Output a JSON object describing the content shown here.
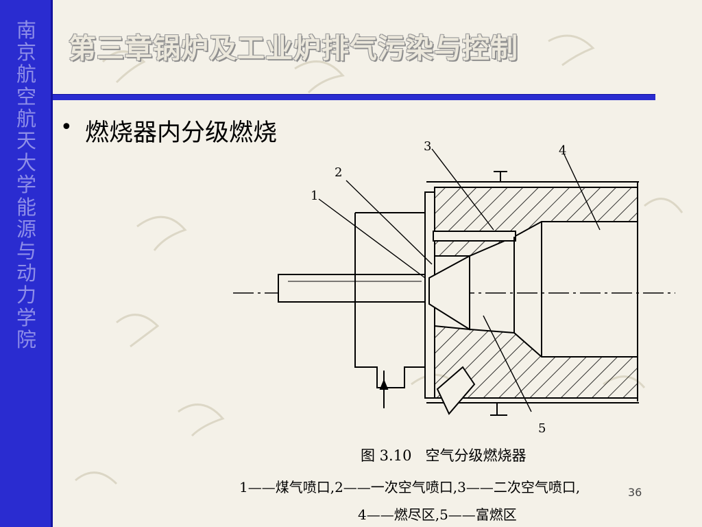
{
  "sidebar": {
    "text": "南京航空航天大学能源与动力学院"
  },
  "title": "第三章锅炉及工业炉排气污染与控制",
  "bullet": {
    "text": "燃烧器内分级燃烧"
  },
  "diagram": {
    "labels": [
      "1",
      "2",
      "3",
      "4",
      "5"
    ],
    "caption": "图 3.10   空气分级燃烧器",
    "legend_line1": "1——煤气喷口,2——一次空气喷口,3——二次空气喷口,",
    "legend_line2": "4——燃尽区,5——富燃区"
  },
  "page_number": "36"
}
